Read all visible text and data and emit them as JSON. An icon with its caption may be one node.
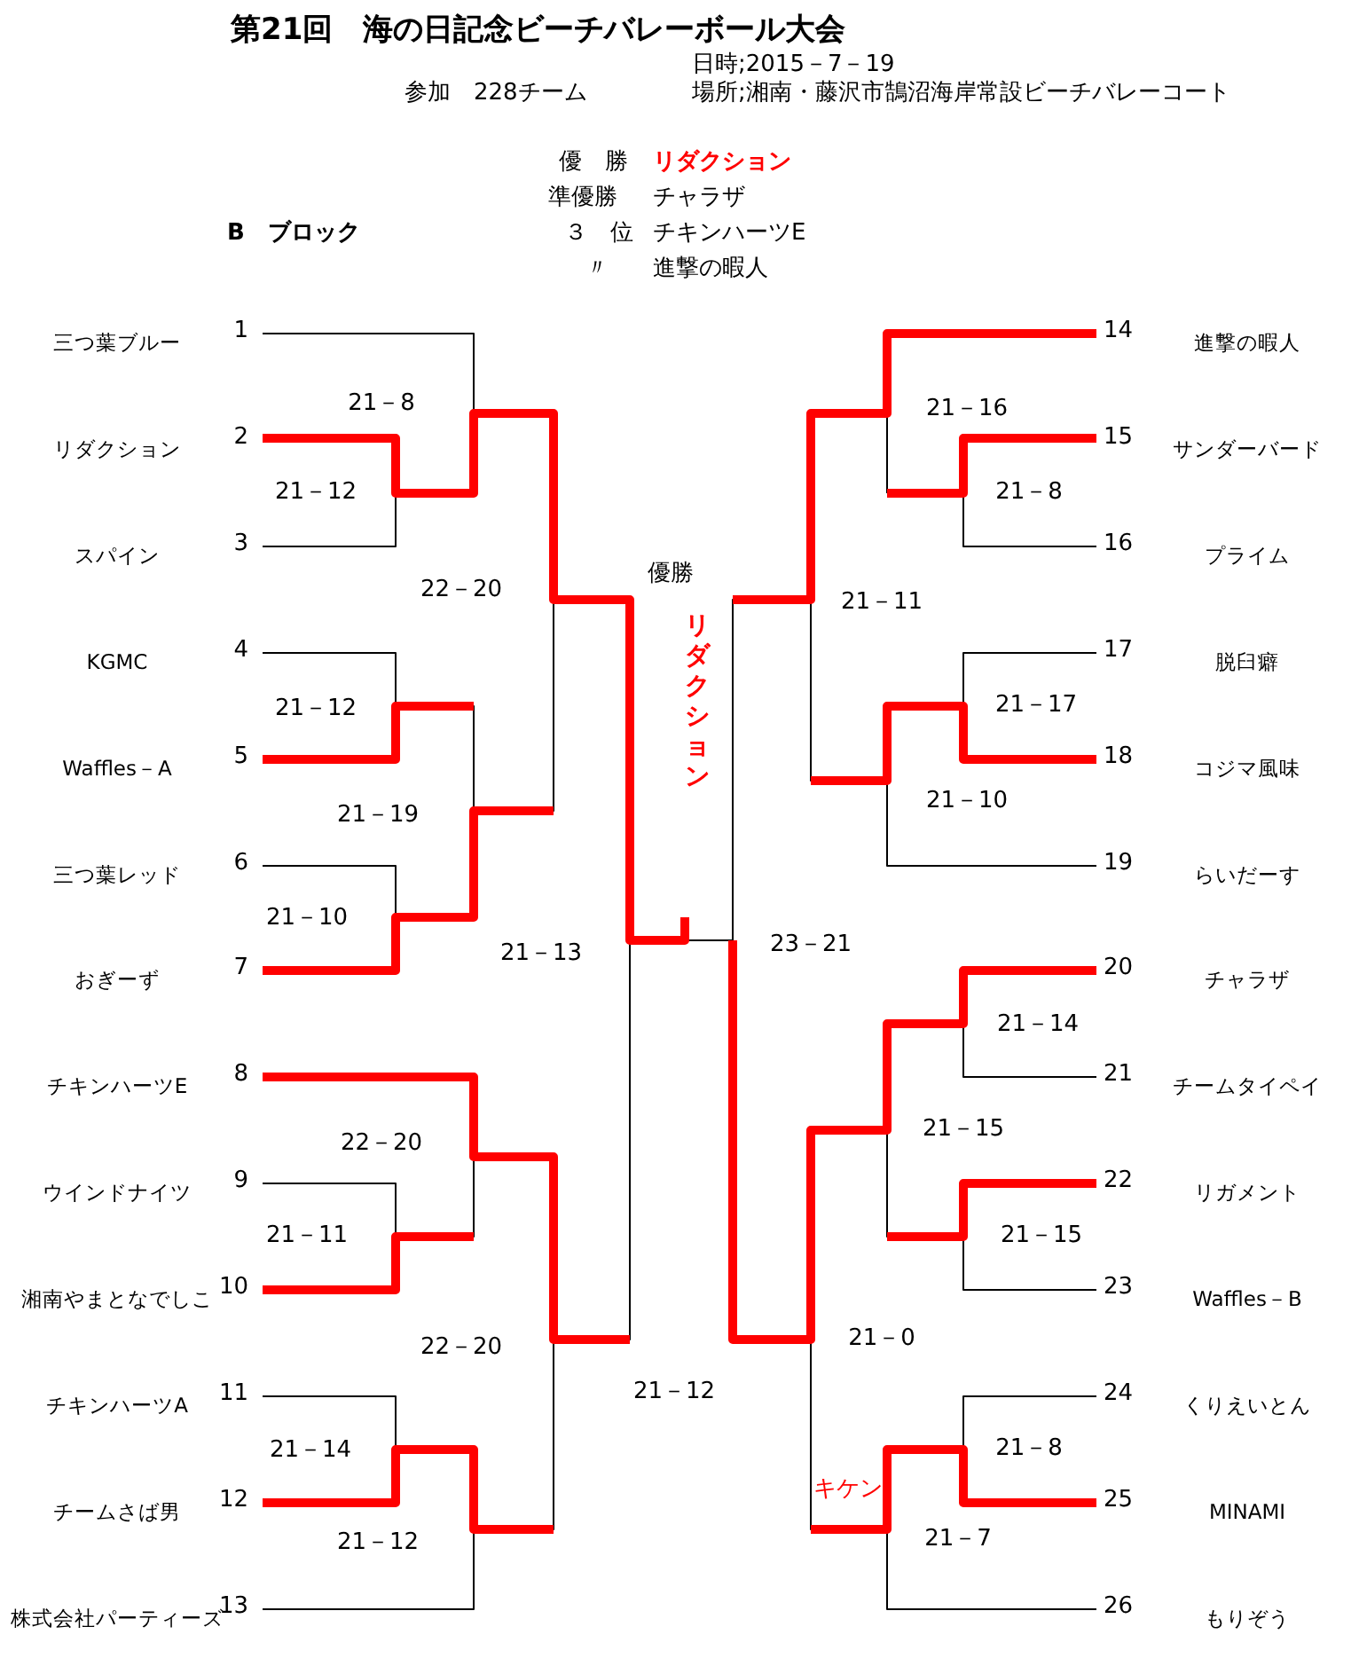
{
  "diagram": {
    "title": "第21回　海の日記念ビーチバレーボール大会",
    "labels": [
      "日時;2015－7－19",
      "参加　228チーム",
      "場所;湘南・藤沢市鵠沼海岸常設ビーチバレーコート",
      "優　勝",
      "リダクション",
      "準優勝",
      "チャラザ",
      "B　ブロック",
      "３　位",
      "チキンハーツE",
      "〃",
      "進撃の暇人",
      "1",
      "三つ葉ブルー",
      "14",
      "進撃の暇人",
      "21－8",
      "21－16",
      "2",
      "リダクション",
      "15",
      "サンダーバード",
      "21－12",
      "21－8",
      "3",
      "スパイン",
      "16",
      "プライム",
      "22－20",
      "優勝",
      "21－11",
      "リダクション",
      "4",
      "KGMC",
      "17",
      "脱臼癖",
      "21－12",
      "21－17",
      "5",
      "Waffles－A",
      "18",
      "コジマ風味",
      "21－19",
      "21－10",
      "6",
      "三つ葉レッド",
      "19",
      "らいだーす",
      "21－10",
      "21－13",
      "23－21",
      "7",
      "おぎーず",
      "20",
      "チャラザ",
      "21－14",
      "8",
      "チキンハーツE",
      "21",
      "チームタイペイ",
      "22－20",
      "21－15",
      "9",
      "ウインドナイツ",
      "22",
      "リガメント",
      "21－11",
      "21－15",
      "10",
      "湘南やまとなでしこ",
      "23",
      "Waffles－B",
      "22－20",
      "21－0",
      "11",
      "チキンハーツA",
      "21－12",
      "24",
      "くりえいとん",
      "21－14",
      "21－8",
      "キケン",
      "12",
      "チームさば男",
      "25",
      "MINAMI",
      "21－12",
      "21－7",
      "13",
      "株式会社パーティーズ",
      "26",
      "もりぞう"
    ]
  }
}
